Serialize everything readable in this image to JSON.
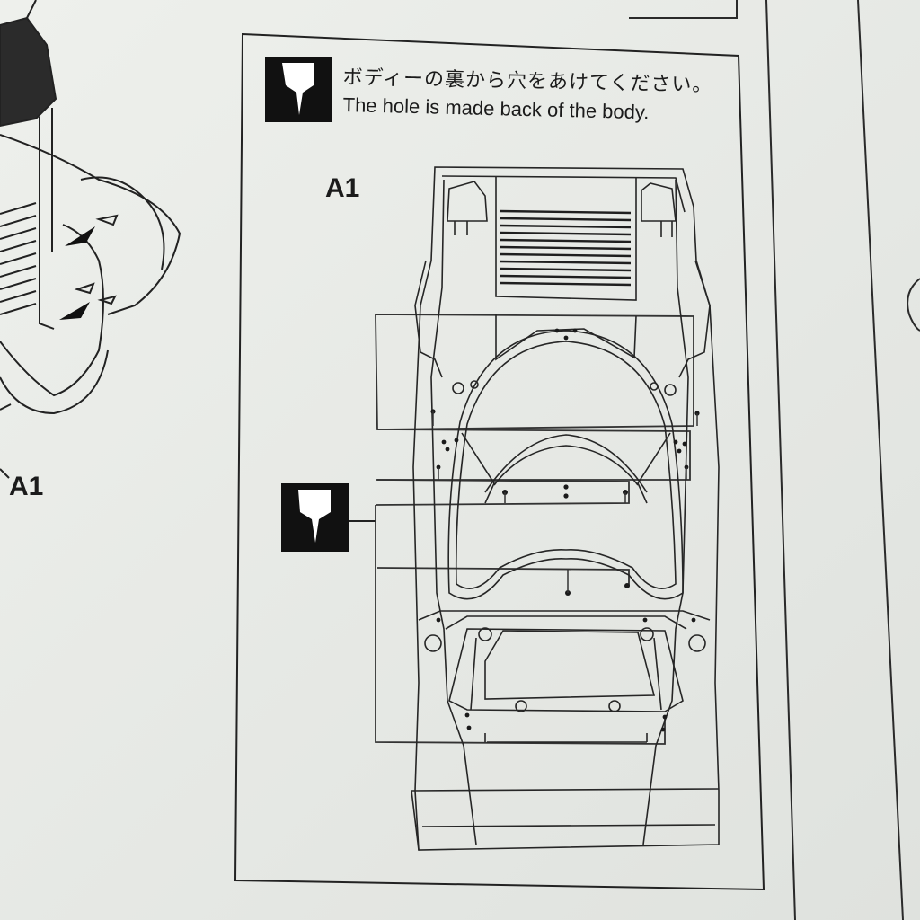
{
  "instructions": {
    "japanese": "ボディーの裏から穴をあけてください。",
    "english": "The hole is made back of the body."
  },
  "labels": {
    "main_part": "A1",
    "left_part": "A1"
  },
  "icons": {
    "header": "drill-bit-icon",
    "callout": "drill-bit-icon"
  },
  "colors": {
    "paper": "#e9ebe7",
    "ink": "#1b1b1b"
  }
}
